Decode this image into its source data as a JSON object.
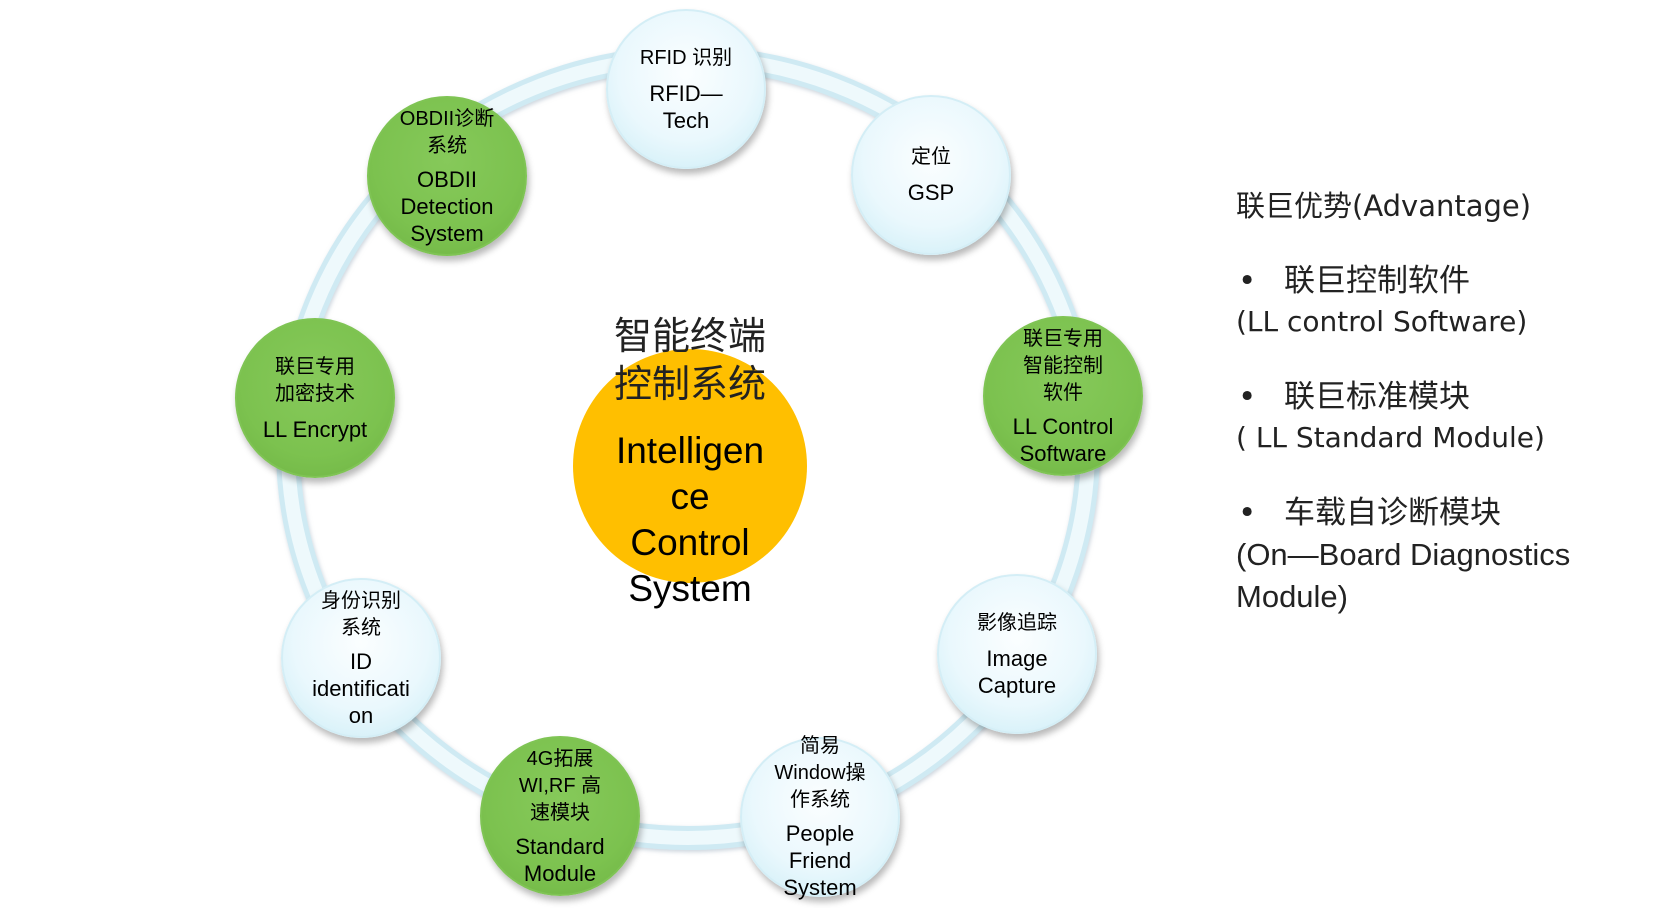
{
  "center": {
    "title_cn": "智能终端\n控制系统",
    "title_en": "Intelligen\nce\nControl\nSystem",
    "color": "#ffbf00"
  },
  "nodes": [
    {
      "name": "node-rfid",
      "cn": "RFID 识别",
      "en": "RFID—\nTech",
      "color": "blue"
    },
    {
      "name": "node-gsp",
      "cn": "定位",
      "en": "GSP",
      "color": "blue"
    },
    {
      "name": "node-ll-control-software",
      "cn": "联巨专用\n智能控制\n软件",
      "en": "LL Control\nSoftware",
      "color": "green"
    },
    {
      "name": "node-image-capture",
      "cn": "影像追踪",
      "en": "Image\nCapture",
      "color": "blue"
    },
    {
      "name": "node-people-friend-system",
      "cn": "简易\nWindow操\n作系统",
      "en": "People\nFriend\nSystem",
      "color": "blue"
    },
    {
      "name": "node-standard-module",
      "cn": "4G拓展\nWI,RF 高\n速模块",
      "en": "Standard\nModule",
      "color": "green"
    },
    {
      "name": "node-id-identification",
      "cn": "身份识别\n系统",
      "en": "ID\nidentificati\non",
      "color": "blue"
    },
    {
      "name": "node-ll-encrypt",
      "cn": "联巨专用\n加密技术",
      "en": "LL Encrypt",
      "color": "green"
    },
    {
      "name": "node-obdii",
      "cn": "OBDII诊断\n系统",
      "en": "OBDII\nDetection\nSystem",
      "color": "green"
    }
  ],
  "advantage": {
    "title": "联巨优势(Advantage)",
    "items": [
      {
        "bullet": "•",
        "cn": "联巨控制软件",
        "en": " (LL control Software)"
      },
      {
        "bullet": "•",
        "cn": "联巨标准模块",
        "en": "( LL Standard Module)"
      },
      {
        "bullet": "•",
        "cn": "车载自诊断模块",
        "en": "(On—Board Diagnostics\nModule)"
      }
    ]
  }
}
